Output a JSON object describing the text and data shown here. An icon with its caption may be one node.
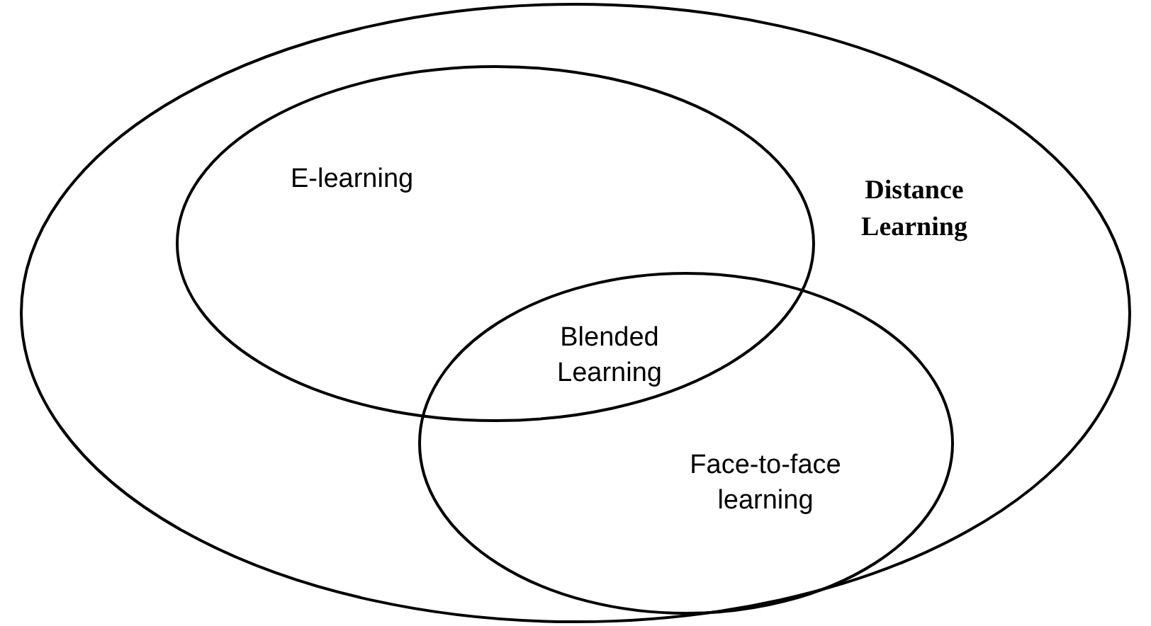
{
  "diagram": {
    "nodes": [
      {
        "text": [
          "Distance Learning"
        ]
      },
      {
        "text": [
          "E-learning"
        ],
        "in": 0
      },
      {
        "text": [
          "Face-to-face learning"
        ],
        "in": 0
      }
    ],
    "labels": [
      "Blended Learning"
    ]
  }
}
